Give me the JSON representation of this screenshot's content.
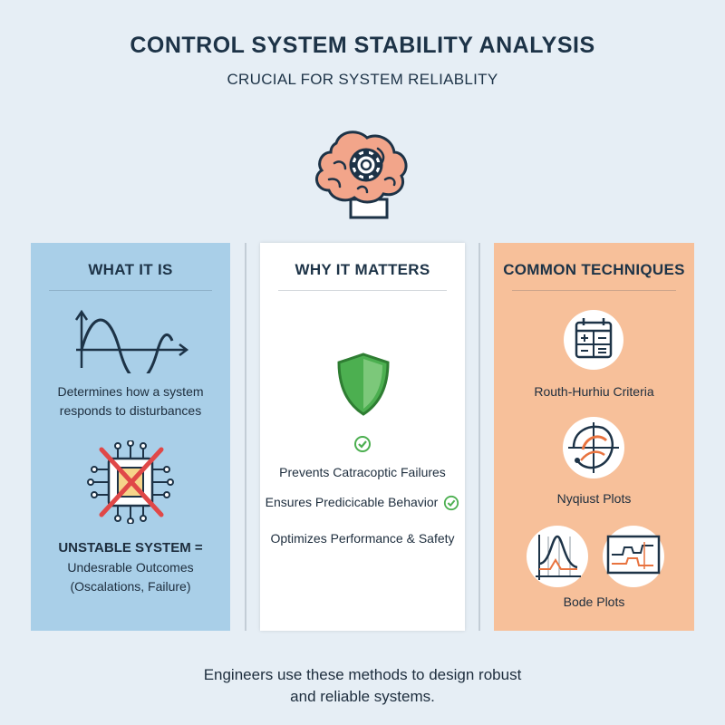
{
  "header": {
    "title": "CONTROL SYSTEM STABILITY ANALYSIS",
    "subtitle": "CRUCIAL FOR SYSTEM RELIABLITY"
  },
  "panels": {
    "what_it_is": {
      "title": "WHAT IT IS",
      "desc_line1": "Determines how a system",
      "desc_line2": "responds to disturbances",
      "unstable_title": "UNSTABLE SYSTEM =",
      "unstable_line1": "Undesrable Outcomes",
      "unstable_line2": "(Oscalations, Failure)",
      "color": "#a9cfe8"
    },
    "why_it_matters": {
      "title": "WHY IT MATTERS",
      "item1": "Prevents Catracoptic Failures",
      "item2": "Ensures Predicicable Behavior",
      "item3": "Optimizes Performance & Safety",
      "color": "#ffffff"
    },
    "common_techniques": {
      "title": "COMMON TECHNIQUES",
      "item1": "Routh-Hurhiu Criteria",
      "item2": "Nyqiust Plots",
      "item3": "Bode Plots",
      "color": "#f7c09a"
    }
  },
  "footer": {
    "line1": "Engineers use these methods to design robust",
    "line2": "and reliable systems."
  },
  "icons": [
    "brain-gear-icon",
    "sine-wave-icon",
    "crossed-chip-icon",
    "shield-icon",
    "check-icon",
    "calculator-icon",
    "nyquist-plot-icon",
    "bode-plot-icon"
  ]
}
